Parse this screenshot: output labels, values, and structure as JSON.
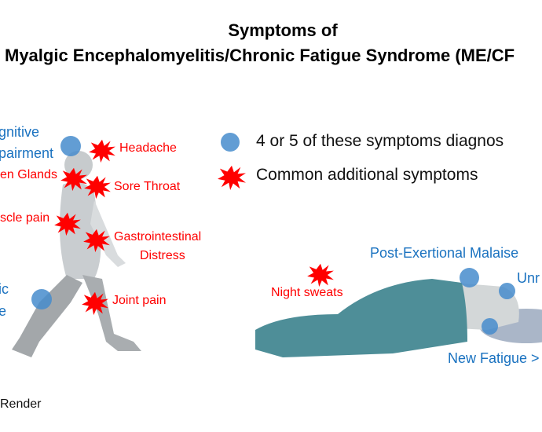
{
  "title": {
    "line1": "Symptoms of",
    "line2": "Myalgic Encephalomyelitis/Chronic Fatigue Syndrome (ME/CF"
  },
  "legend": {
    "core": "4 or 5 of these symptoms diagnos",
    "additional": "Common additional symptoms"
  },
  "walking_figure": {
    "core_labels": [
      "gnitive",
      "pairment",
      "ic",
      "e"
    ],
    "additional_labels": [
      "Headache",
      "en Glands",
      "Sore Throat",
      "scle pain",
      "Gastrointestinal",
      "Distress",
      "Joint pain"
    ]
  },
  "lying_figure": {
    "additional_labels": [
      "Night sweats"
    ],
    "core_labels": [
      "Post-Exertional Malaise",
      "Unr",
      "New Fatigue >"
    ]
  },
  "footer": "Render",
  "colors": {
    "core": "#5b9bd5",
    "additional": "#ff0000",
    "blanket": "#4e8e98",
    "figure": "#a9adb0"
  }
}
